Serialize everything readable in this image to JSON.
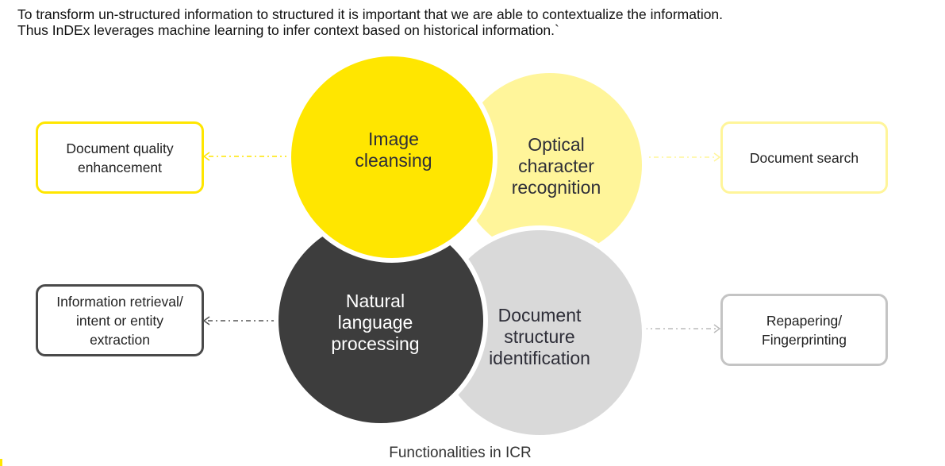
{
  "intro": {
    "line1": "To transform un-structured information to structured it is important that we are able to contextualize the information.",
    "line2": "Thus InDEx leverages machine learning to infer context based on historical information.`"
  },
  "circles": [
    {
      "id": "image-cleansing",
      "label": "Image cleansing",
      "fill": "#FFE600",
      "text_color": "#2e2e38"
    },
    {
      "id": "ocr",
      "label": "Optical character recognition",
      "fill": "#FFF59A",
      "text_color": "#2e2e38"
    },
    {
      "id": "nlp",
      "label": "Natural language processing",
      "fill": "#3D3D3D",
      "text_color": "#ffffff"
    },
    {
      "id": "document-structure",
      "label": "Document structure identification",
      "fill": "#D9D9D9",
      "text_color": "#2e2e38"
    }
  ],
  "boxes": [
    {
      "id": "document-quality",
      "label": "Document quality enhancement",
      "border": "#FFE600"
    },
    {
      "id": "document-search",
      "label": "Document search",
      "border": "#FFF59A"
    },
    {
      "id": "information-retrieval",
      "label": "Information retrieval/ intent or entity extraction",
      "border": "#4a4a4a"
    },
    {
      "id": "repapering",
      "label": "Repapering/ Fingerprinting",
      "border": "#C4C4C4"
    }
  ],
  "caption": "Functionalities in ICR"
}
